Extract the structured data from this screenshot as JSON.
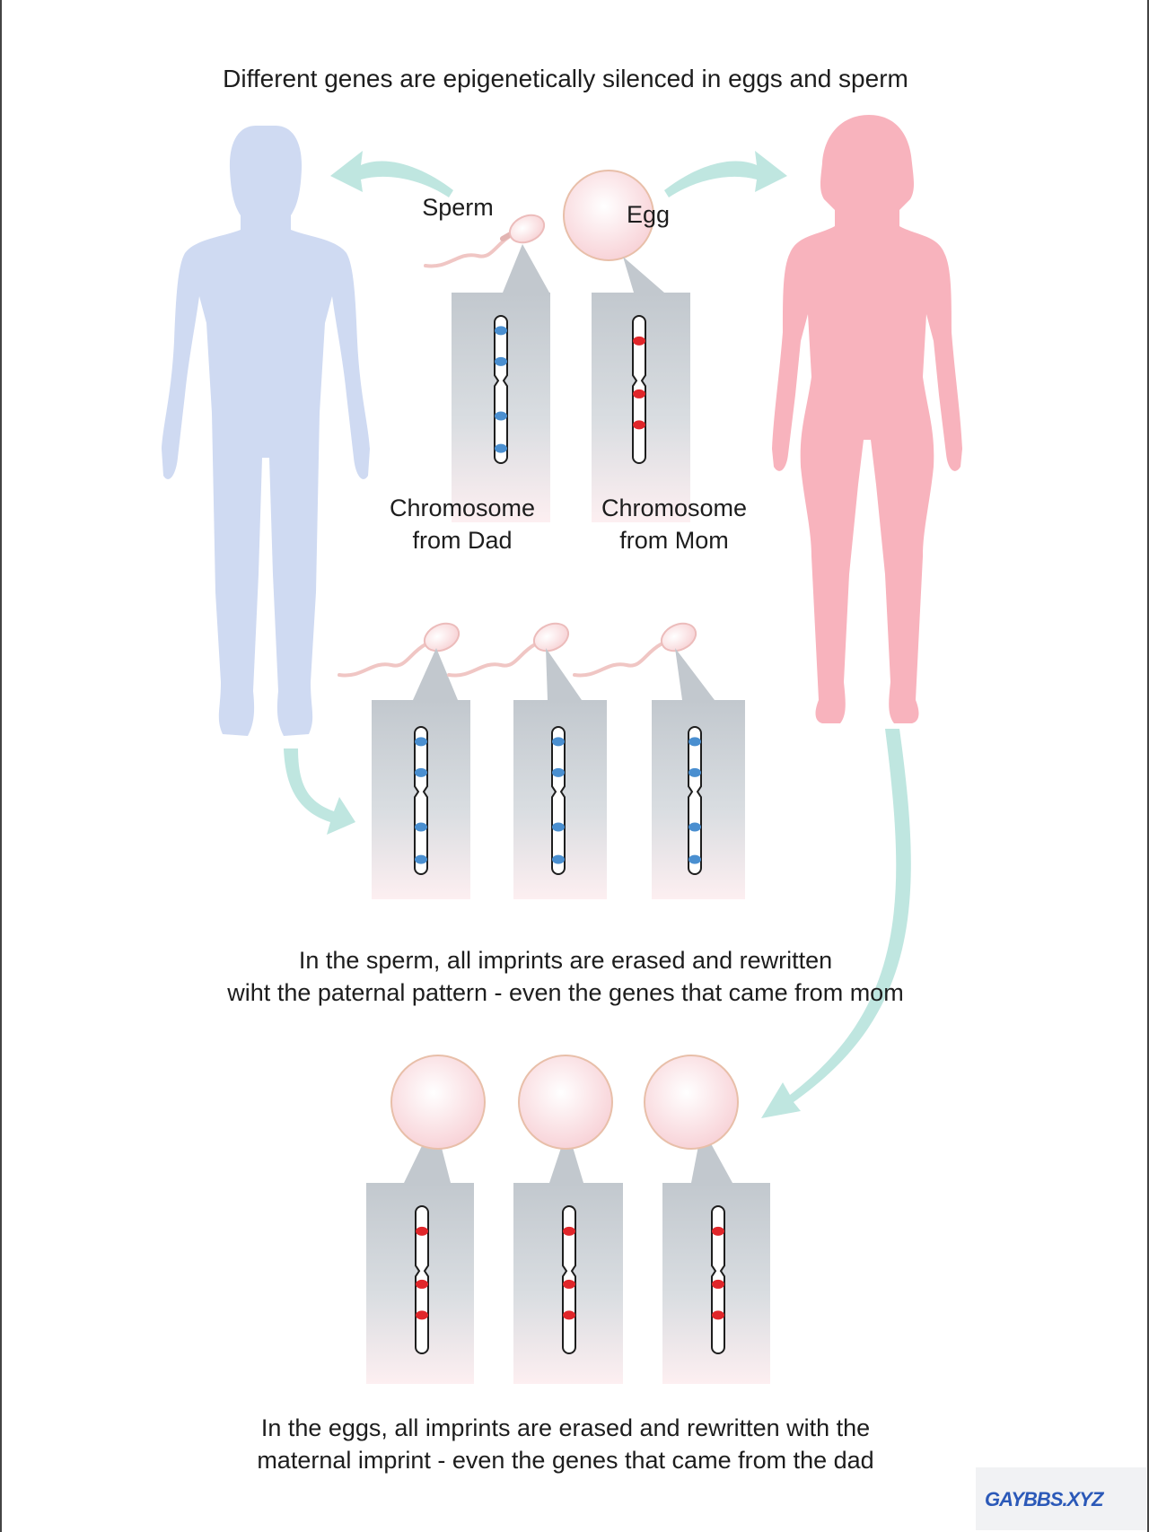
{
  "title": "Different genes are epigenetically silenced in eggs and sperm",
  "labels": {
    "sperm": "Sperm",
    "egg": "Egg",
    "dad_chromosome": [
      "Chromosome",
      "from Dad"
    ],
    "mom_chromosome": [
      "Chromosome",
      "from Mom"
    ]
  },
  "captions": {
    "sperm": [
      "In the sperm, all imprints are erased and rewritten",
      "wiht the paternal pattern - even the genes that came from mom"
    ],
    "eggs": [
      "In the eggs, all imprints are erased and rewritten with the",
      "maternal imprint - even the genes that came from the dad"
    ]
  },
  "watermark": "GAYBBS.XYZ",
  "colors": {
    "male": "#cfdaf2",
    "female": "#f8b3bd",
    "arrow": "#bfe6e0",
    "paternal_imprint": "#4a8fd0",
    "maternal_imprint": "#e0262a",
    "callout": "#c2c8ce",
    "cell": "#fbe0e3"
  }
}
